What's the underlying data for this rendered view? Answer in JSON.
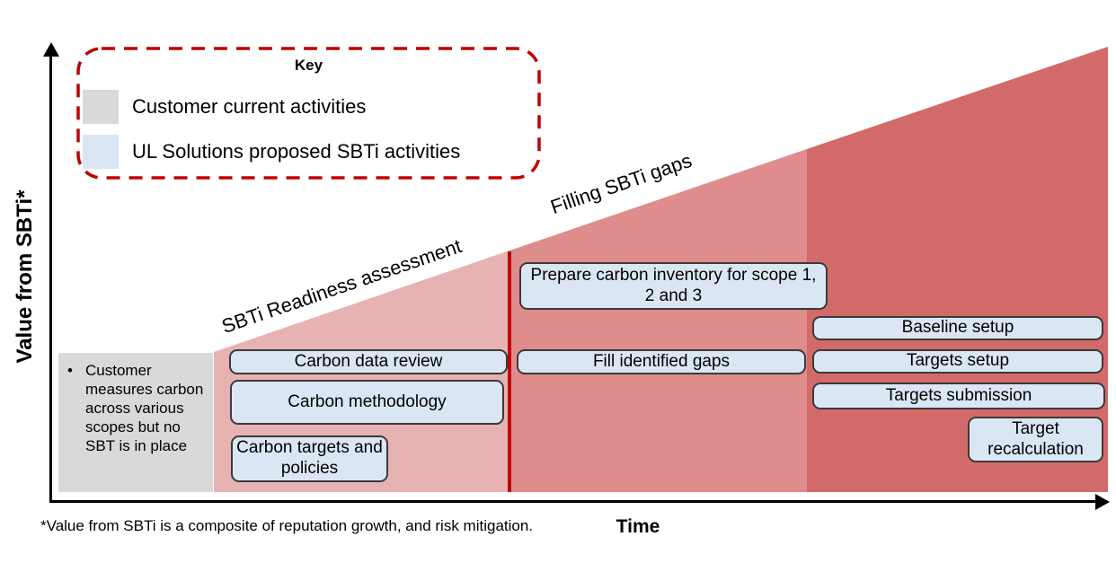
{
  "colors": {
    "accent_red": "#c00000",
    "region_light": "#e7b2b2",
    "region_medium": "#de8c8c",
    "region_dark": "#d26a6a",
    "customer_gray": "#d9d9d9",
    "activity_blue": "#dbe6f4",
    "box_border": "#3a3a3a"
  },
  "key": {
    "title": "Key",
    "items": [
      {
        "label": "Customer current activities"
      },
      {
        "label": "UL Solutions proposed SBTi activities"
      }
    ]
  },
  "axes": {
    "y_label": "Value from SBTi*",
    "x_label": "Time"
  },
  "footnote": "*Value from SBTi is a composite of reputation growth, and risk mitigation.",
  "current_state": {
    "bullet": "•",
    "text": "Customer measures carbon across various scopes but no SBT is in place"
  },
  "phases": [
    {
      "label": "SBTi Readiness assessment"
    },
    {
      "label": "Filling SBTi gaps"
    }
  ],
  "activities": {
    "carbon_data_review": "Carbon data review",
    "carbon_methodology": "Carbon methodology",
    "carbon_targets_policies": "Carbon targets and policies",
    "prepare_carbon_inventory": "Prepare carbon inventory for scope 1, 2 and 3",
    "fill_identified_gaps": "Fill identified gaps",
    "baseline_setup": "Baseline setup",
    "targets_setup": "Targets setup",
    "targets_submission": "Targets submission",
    "target_recalculation": "Target recalculation"
  }
}
